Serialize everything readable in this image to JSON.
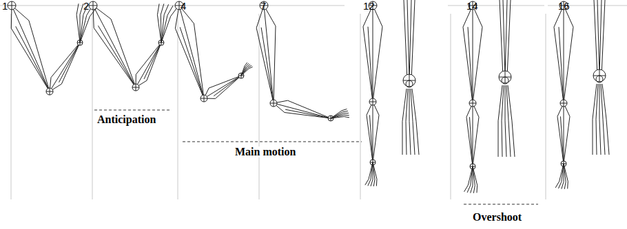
{
  "diagram": {
    "labels": [
      "1",
      "2",
      "4",
      "7",
      "12",
      "14",
      "16",
      "Anticipation",
      "Main motion",
      "Overshoot"
    ]
  }
}
